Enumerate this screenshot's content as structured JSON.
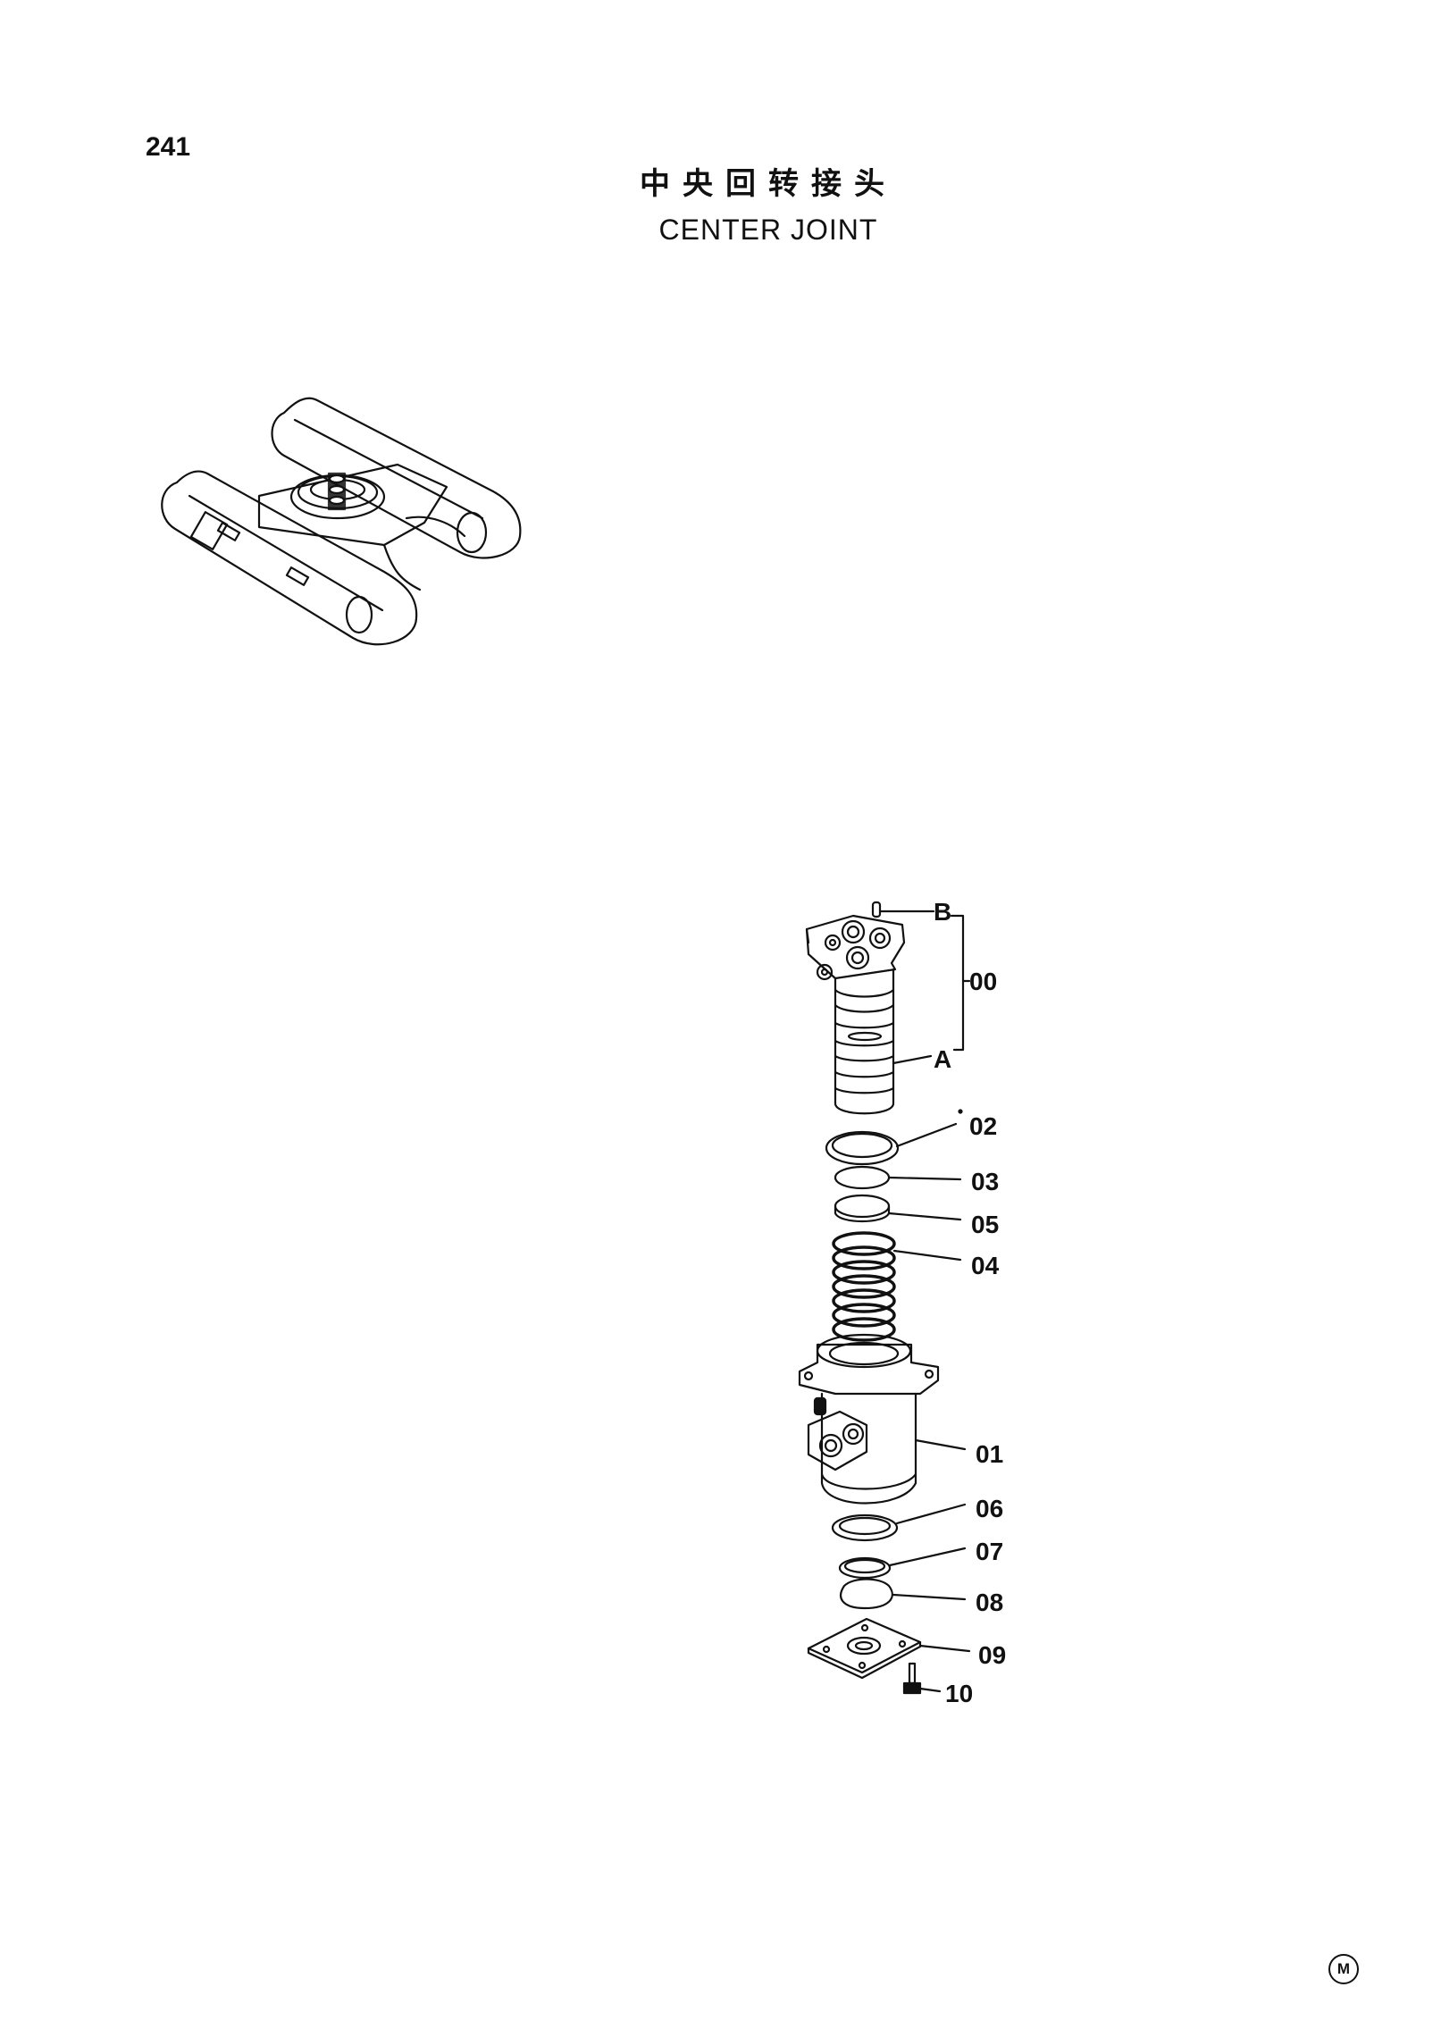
{
  "page": {
    "number": "241"
  },
  "title": {
    "cn": "中央回转接头",
    "en": "CENTER JOINT"
  },
  "callouts": {
    "B": "B",
    "A": "A",
    "p00": "00",
    "p02": "02",
    "p03": "03",
    "p05": "05",
    "p04": "04",
    "p01": "01",
    "p06": "06",
    "p07": "07",
    "p08": "08",
    "p09": "09",
    "p10": "10"
  },
  "mark": "M",
  "icons": {
    "locator": "undercarriage-locator-icon",
    "assembly": "center-joint-exploded-view",
    "mark": "circled-m-mark-icon"
  },
  "colors": {
    "ink": "#111111",
    "paper": "#ffffff"
  }
}
